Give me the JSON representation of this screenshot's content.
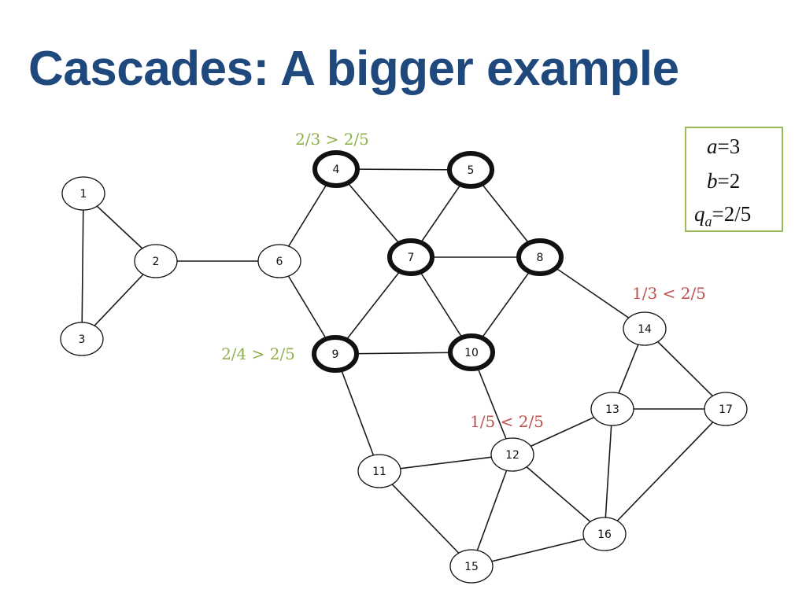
{
  "slide": {
    "title": "Cascades: A bigger example"
  },
  "params": {
    "a": {
      "symbol": "a",
      "value": "=3"
    },
    "b": {
      "symbol": "b",
      "value": "=2"
    },
    "q": {
      "symbol": "q",
      "subscript": "a",
      "value": "=2/5"
    }
  },
  "colors": {
    "title": "#1f497d",
    "adopt_annotation": "#8fb04a",
    "reject_annotation": "#c0504d",
    "box_border": "#9bbb59"
  },
  "graph": {
    "nodes": [
      {
        "id": "1",
        "label": "1",
        "adopted": false
      },
      {
        "id": "2",
        "label": "2",
        "adopted": false
      },
      {
        "id": "3",
        "label": "3",
        "adopted": false
      },
      {
        "id": "4",
        "label": "4",
        "adopted": true
      },
      {
        "id": "5",
        "label": "5",
        "adopted": true
      },
      {
        "id": "6",
        "label": "6",
        "adopted": false
      },
      {
        "id": "7",
        "label": "7",
        "adopted": true
      },
      {
        "id": "8",
        "label": "8",
        "adopted": true
      },
      {
        "id": "9",
        "label": "9",
        "adopted": true
      },
      {
        "id": "10",
        "label": "10",
        "adopted": true
      },
      {
        "id": "11",
        "label": "11",
        "adopted": false
      },
      {
        "id": "12",
        "label": "12",
        "adopted": false
      },
      {
        "id": "13",
        "label": "13",
        "adopted": false
      },
      {
        "id": "14",
        "label": "14",
        "adopted": false
      },
      {
        "id": "15",
        "label": "15",
        "adopted": false
      },
      {
        "id": "16",
        "label": "16",
        "adopted": false
      },
      {
        "id": "17",
        "label": "17",
        "adopted": false
      }
    ],
    "edges": [
      [
        "1",
        "2"
      ],
      [
        "1",
        "3"
      ],
      [
        "2",
        "3"
      ],
      [
        "2",
        "6"
      ],
      [
        "6",
        "4"
      ],
      [
        "6",
        "9"
      ],
      [
        "4",
        "5"
      ],
      [
        "4",
        "7"
      ],
      [
        "5",
        "7"
      ],
      [
        "5",
        "8"
      ],
      [
        "7",
        "8"
      ],
      [
        "7",
        "9"
      ],
      [
        "7",
        "10"
      ],
      [
        "8",
        "10"
      ],
      [
        "8",
        "14"
      ],
      [
        "9",
        "10"
      ],
      [
        "9",
        "11"
      ],
      [
        "10",
        "12"
      ],
      [
        "11",
        "12"
      ],
      [
        "11",
        "15"
      ],
      [
        "12",
        "13"
      ],
      [
        "12",
        "15"
      ],
      [
        "12",
        "16"
      ],
      [
        "13",
        "14"
      ],
      [
        "13",
        "17"
      ],
      [
        "13",
        "16"
      ],
      [
        "14",
        "17"
      ],
      [
        "16",
        "17"
      ],
      [
        "15",
        "16"
      ]
    ],
    "annotations": [
      {
        "id": "node4",
        "text": "2/3 > 2/5",
        "kind": "adopt"
      },
      {
        "id": "node9",
        "text": "2/4 > 2/5",
        "kind": "adopt"
      },
      {
        "id": "node14",
        "text": "1/3 < 2/5",
        "kind": "reject"
      },
      {
        "id": "node12",
        "text": "1/5 < 2/5",
        "kind": "reject"
      }
    ]
  }
}
